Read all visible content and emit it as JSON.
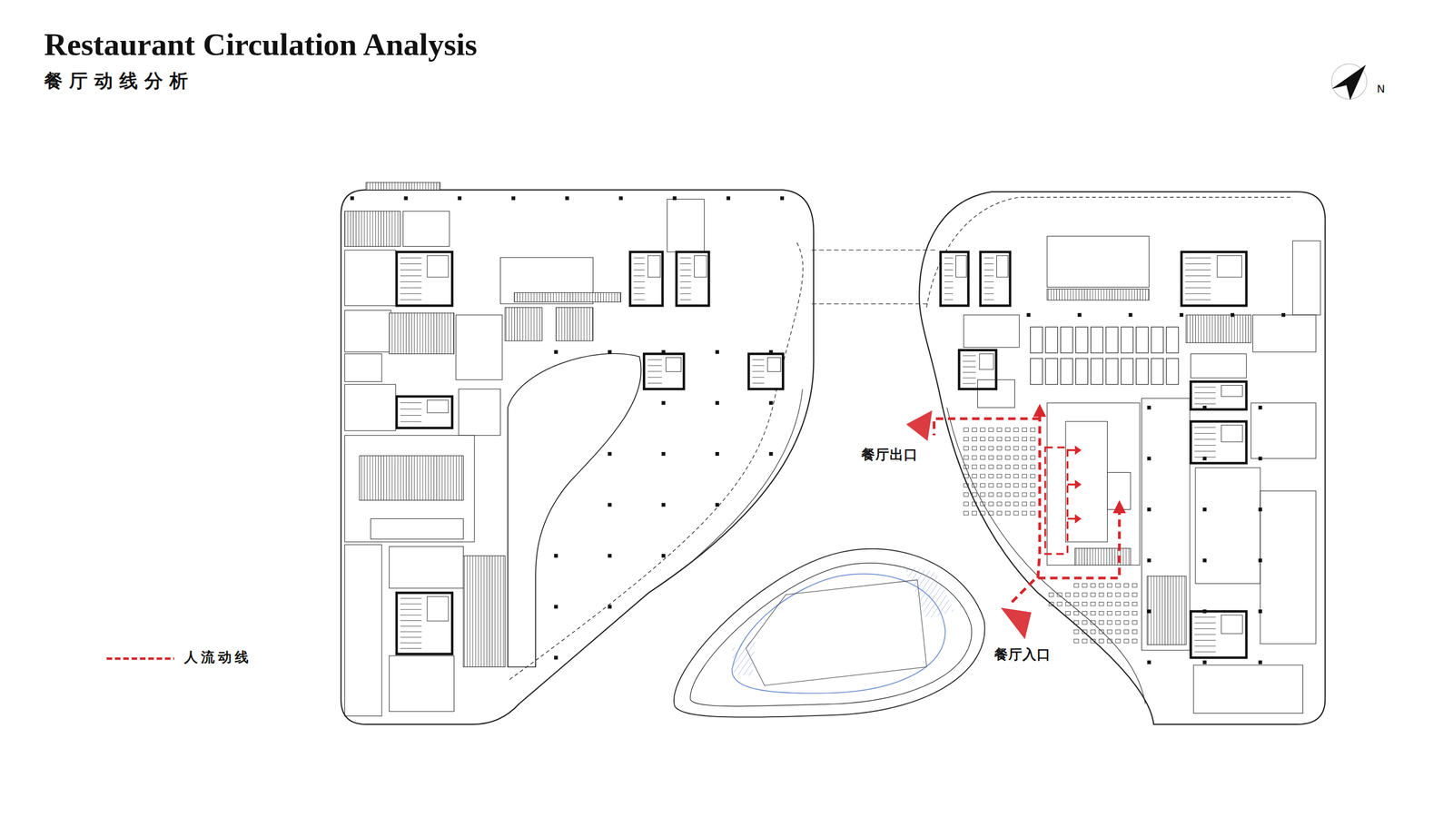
{
  "diagram": {
    "title": "Restaurant Circulation Analysis",
    "labels": [
      "餐厅动线分析",
      "餐厅出口",
      "餐厅入口",
      "N"
    ],
    "legend": [
      {
        "text": "人流动线"
      }
    ]
  }
}
